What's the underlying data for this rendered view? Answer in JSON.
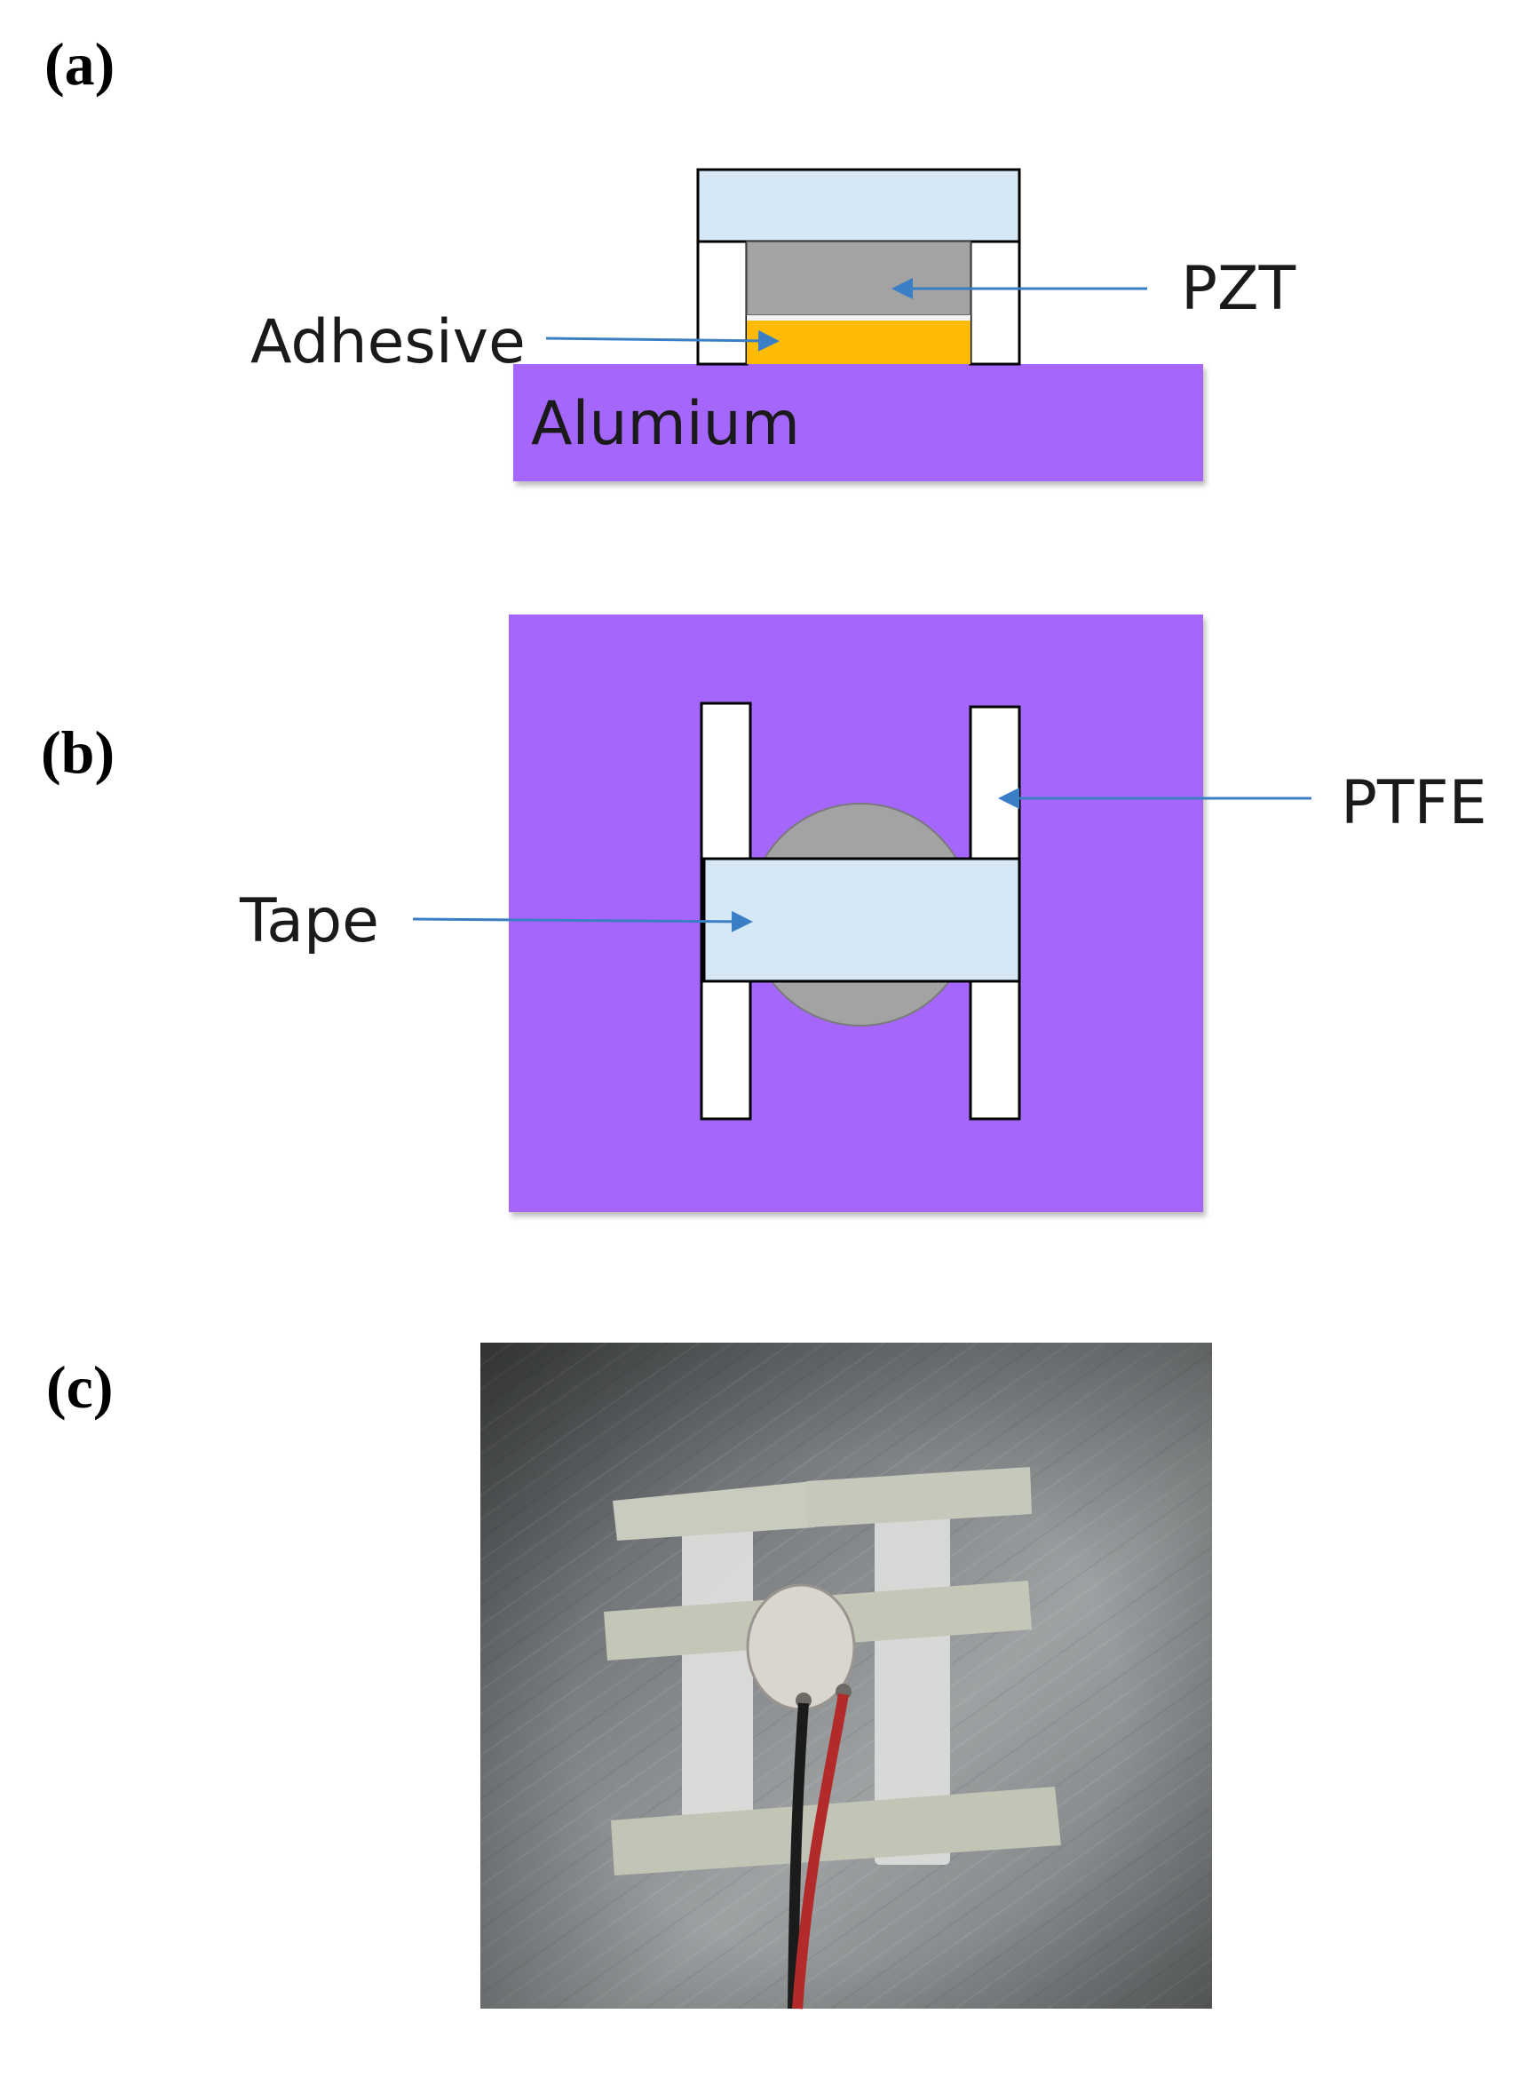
{
  "panels": {
    "a": {
      "label": "(a)",
      "callouts": {
        "pzt": "PZT",
        "adhesive": "Adhesive",
        "substrate": "Alumium"
      }
    },
    "b": {
      "label": "(b)",
      "callouts": {
        "ptfe": "PTFE",
        "tape": "Tape"
      }
    },
    "c": {
      "label": "(c)"
    }
  },
  "colors": {
    "aluminium": "#a566fb",
    "tape": "#d6e8f6",
    "pzt": "#a3a3a3",
    "adhesive": "#fdbb05",
    "ptfe": "#ffffff",
    "arrow": "#3a7fc6",
    "outline": "#000000"
  }
}
